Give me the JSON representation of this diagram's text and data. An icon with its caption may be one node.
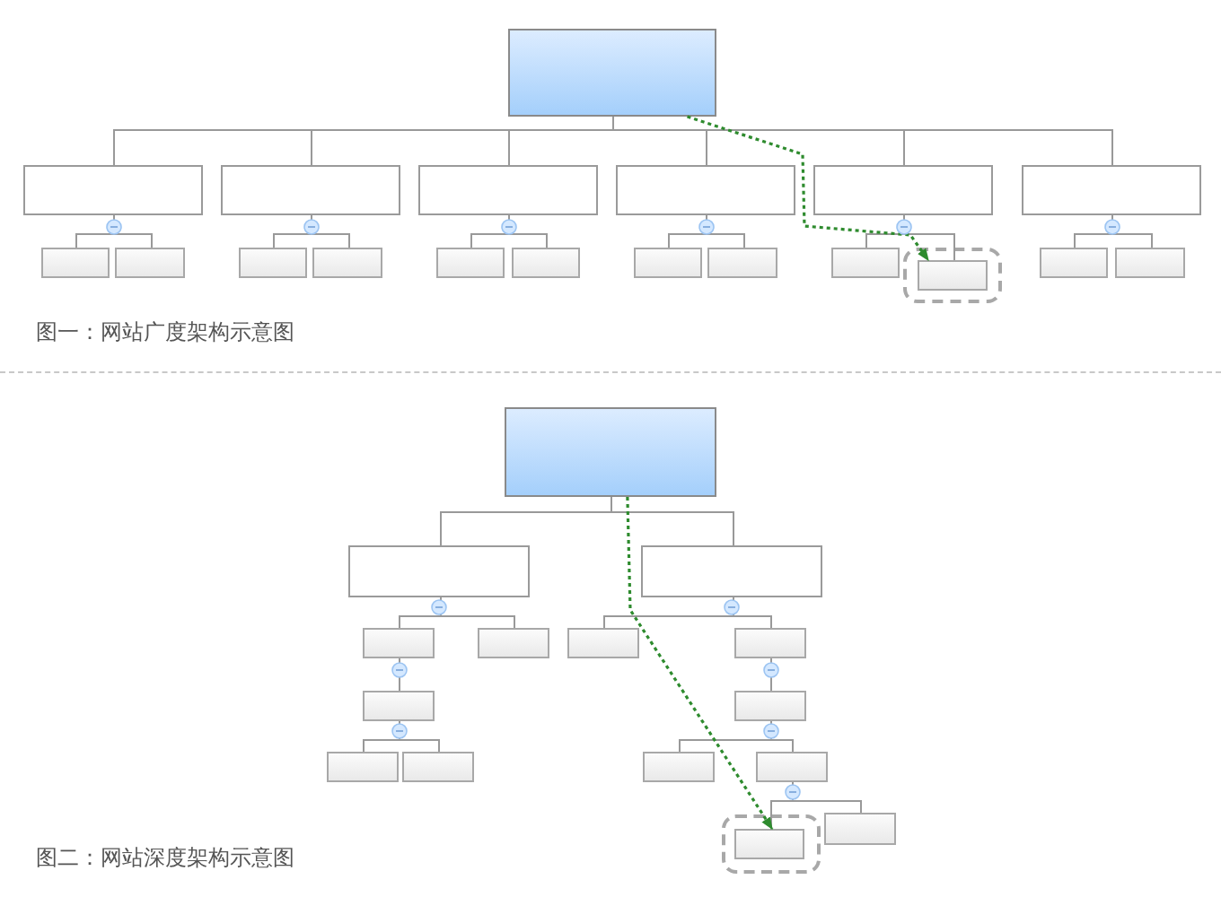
{
  "diagram": {
    "nodes": [
      {
        "text": [],
        "shape": "box"
      },
      {
        "text": [],
        "shape": "box"
      },
      {
        "text": [],
        "shape": "box"
      },
      {
        "text": [],
        "shape": "box"
      },
      {
        "text": [],
        "shape": "box"
      },
      {
        "text": [],
        "shape": "box"
      },
      {
        "text": [],
        "shape": "box"
      },
      {
        "text": [],
        "shape": "box"
      },
      {
        "text": [],
        "shape": "box"
      },
      {
        "text": [],
        "shape": "box"
      },
      {
        "text": [],
        "shape": "box"
      },
      {
        "text": [],
        "shape": "box"
      },
      {
        "text": [],
        "shape": "box"
      },
      {
        "text": [],
        "shape": "box"
      },
      {
        "text": [],
        "shape": "box"
      },
      {
        "text": [],
        "shape": "box"
      },
      {
        "text": [],
        "shape": "box"
      },
      {
        "text": [],
        "shape": "box",
        "in": 16
      },
      {
        "text": [],
        "shape": "box"
      },
      {
        "text": [],
        "shape": "box"
      },
      {
        "text": [],
        "shape": "box"
      },
      {
        "text": [],
        "shape": "box"
      },
      {
        "text": [],
        "shape": "box"
      },
      {
        "text": [],
        "shape": "box"
      },
      {
        "text": [],
        "shape": "box"
      },
      {
        "text": [],
        "shape": "box"
      },
      {
        "text": [],
        "shape": "box"
      },
      {
        "text": [],
        "shape": "box"
      },
      {
        "text": [],
        "shape": "box"
      },
      {
        "text": [],
        "shape": "box"
      },
      {
        "text": [],
        "shape": "box"
      },
      {
        "text": [],
        "shape": "box"
      },
      {
        "text": [],
        "shape": "box"
      },
      {
        "text": [],
        "shape": "box"
      },
      {
        "text": [],
        "shape": "box",
        "in": 33
      },
      {
        "text": [],
        "shape": "box"
      }
    ],
    "edges": [
      {
        "from": 0,
        "to": 1,
        "arrow": "none"
      },
      {
        "from": 0,
        "to": 2,
        "arrow": "none"
      },
      {
        "from": 0,
        "to": 3,
        "arrow": "none"
      },
      {
        "from": 0,
        "to": 4,
        "arrow": "none"
      },
      {
        "from": 0,
        "to": 5,
        "arrow": "none"
      },
      {
        "from": 0,
        "to": 6,
        "arrow": "none"
      },
      {
        "from": 1,
        "to": 7,
        "arrow": "none"
      },
      {
        "from": 1,
        "to": 8,
        "arrow": "none"
      },
      {
        "from": 2,
        "to": 9,
        "arrow": "none"
      },
      {
        "from": 2,
        "to": 10,
        "arrow": "none"
      },
      {
        "from": 3,
        "to": 11,
        "arrow": "none"
      },
      {
        "from": 3,
        "to": 12,
        "arrow": "none"
      },
      {
        "from": 4,
        "to": 13,
        "arrow": "none"
      },
      {
        "from": 4,
        "to": 14,
        "arrow": "none"
      },
      {
        "from": 5,
        "to": 15,
        "arrow": "none"
      },
      {
        "from": 5,
        "to": 17,
        "arrow": "none"
      },
      {
        "from": 6,
        "to": 18,
        "arrow": "none"
      },
      {
        "from": 6,
        "to": 19,
        "arrow": "none"
      },
      {
        "from": 0,
        "to": 17,
        "arrow": "to",
        "style": "dashed",
        "color": "#2e8b2e"
      },
      {
        "from": 20,
        "to": 21,
        "arrow": "none"
      },
      {
        "from": 20,
        "to": 22,
        "arrow": "none"
      },
      {
        "from": 21,
        "to": 23,
        "arrow": "none"
      },
      {
        "from": 21,
        "to": 24,
        "arrow": "none"
      },
      {
        "from": 22,
        "to": 25,
        "arrow": "none"
      },
      {
        "from": 22,
        "to": 26,
        "arrow": "none"
      },
      {
        "from": 23,
        "to": 27,
        "arrow": "none"
      },
      {
        "from": 26,
        "to": 28,
        "arrow": "none"
      },
      {
        "from": 27,
        "to": 29,
        "arrow": "none"
      },
      {
        "from": 27,
        "to": 30,
        "arrow": "none"
      },
      {
        "from": 28,
        "to": 31,
        "arrow": "none"
      },
      {
        "from": 28,
        "to": 32,
        "arrow": "none"
      },
      {
        "from": 32,
        "to": 34,
        "arrow": "none"
      },
      {
        "from": 32,
        "to": 35,
        "arrow": "none"
      },
      {
        "from": 20,
        "to": 34,
        "arrow": "to",
        "style": "dashed",
        "color": "#2e8b2e"
      }
    ],
    "labels": [
      "图一：网站广度架构示意图",
      "图二：网站深度架构示意图"
    ]
  }
}
